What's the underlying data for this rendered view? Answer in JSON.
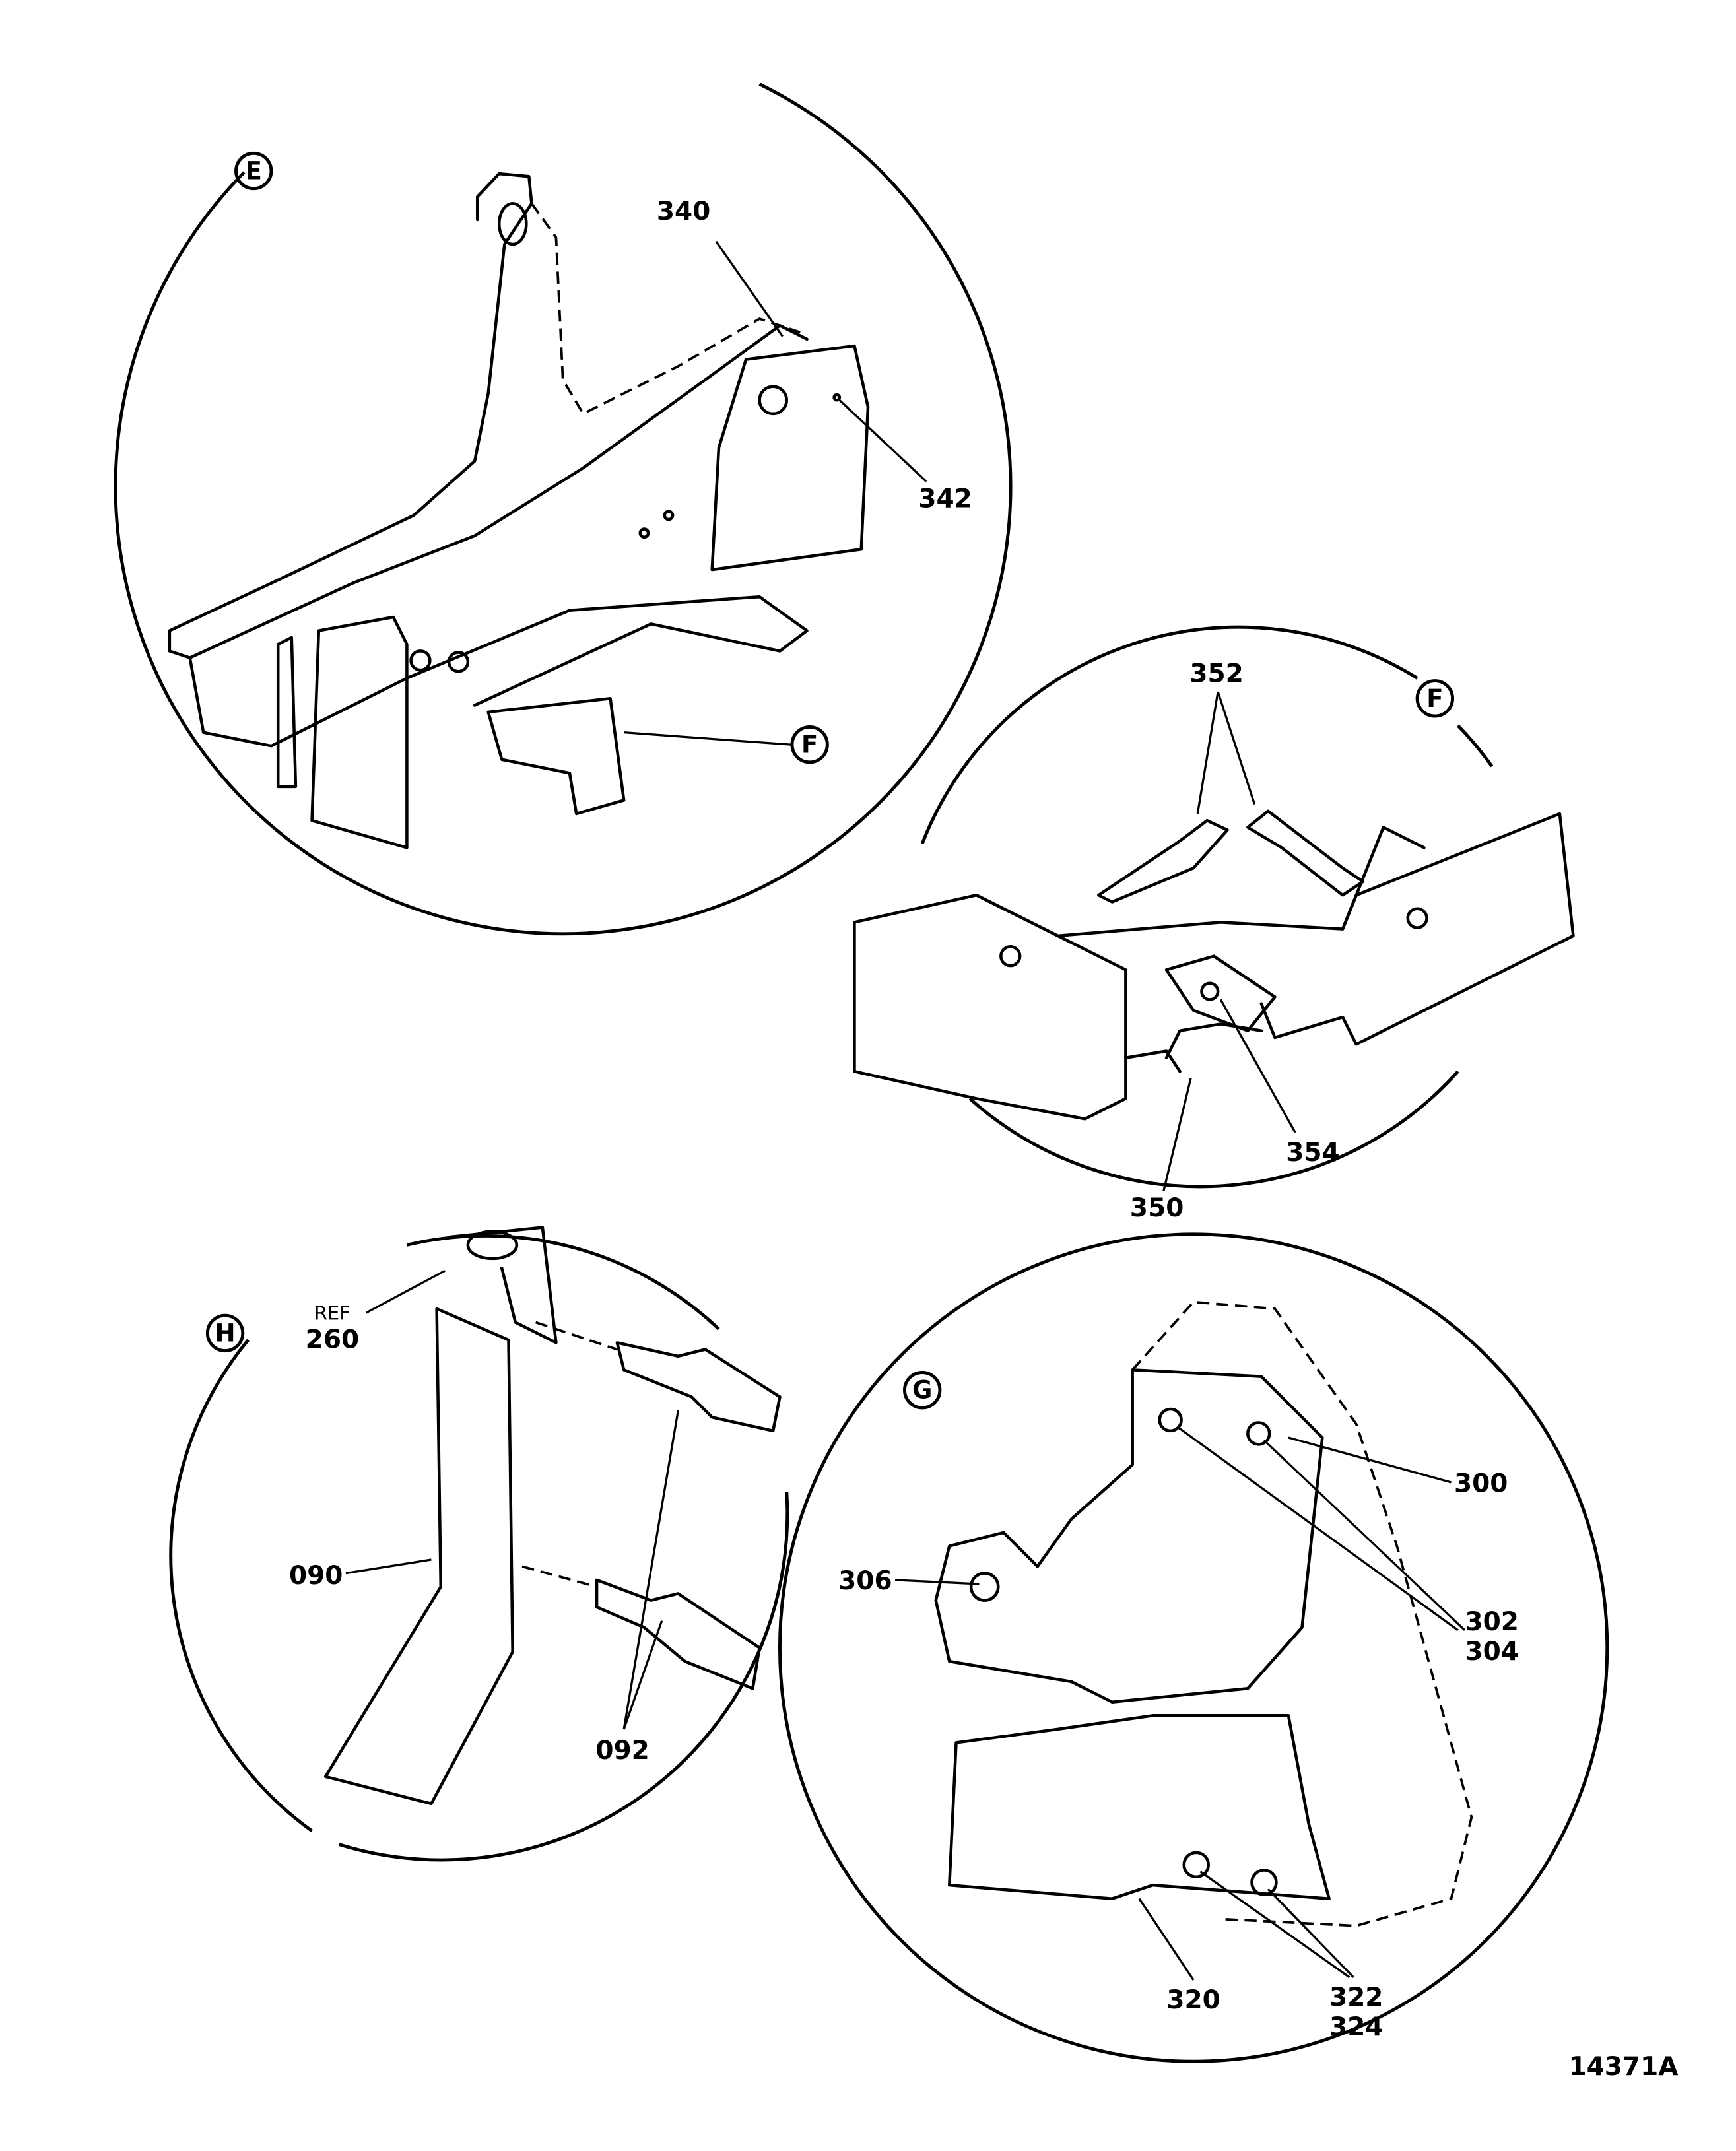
{
  "figure_id": "14371A",
  "views": [
    {
      "id": "E",
      "callouts": [
        "340",
        "342"
      ],
      "ref_view": "F"
    },
    {
      "id": "F",
      "callouts": [
        "352",
        "354",
        "350"
      ]
    },
    {
      "id": "H",
      "callouts": [
        "REF",
        "260",
        "090",
        "092"
      ]
    },
    {
      "id": "G",
      "callouts": [
        "300",
        "302",
        "304",
        "306",
        "320",
        "322",
        "324"
      ]
    }
  ]
}
